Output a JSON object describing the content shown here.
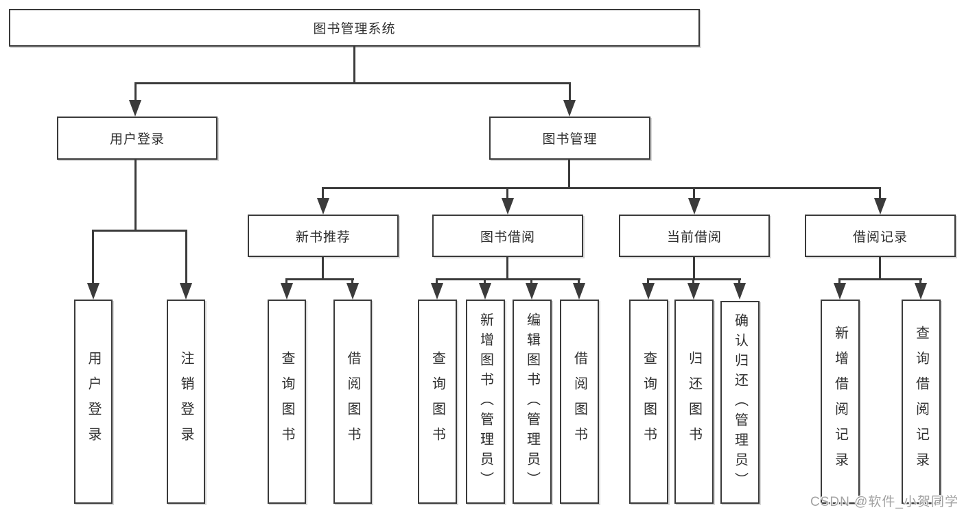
{
  "diagram": {
    "title": "图书管理系统",
    "branches": {
      "user_login": {
        "label": "用户登录",
        "children": {
          "login": "用户登录",
          "logout": "注销登录"
        }
      },
      "book_management": {
        "label": "图书管理",
        "groups": {
          "new_books": {
            "label": "新书推荐",
            "children": {
              "query": "查询图书",
              "borrow": "借阅图书"
            }
          },
          "borrowing": {
            "label": "图书借阅",
            "children": {
              "query": "查询图书",
              "add": "新增图书（管理员）",
              "edit": "编辑图书（管理员）",
              "borrow": "借阅图书"
            }
          },
          "current": {
            "label": "当前借阅",
            "children": {
              "query": "查询图书",
              "return": "归还图书",
              "confirm": "确认归还（管理员）"
            }
          },
          "records": {
            "label": "借阅记录",
            "children": {
              "add": "新增借阅记录",
              "query": "查询借阅记录"
            }
          }
        }
      }
    }
  },
  "watermark": "CSDN @软件_小贺同学",
  "colors": {
    "background": "#ffffff",
    "line": "#3b3b3b",
    "box_border": "#3a3a3a",
    "text": "#2f2f2f",
    "watermark": "#a3a3a3"
  }
}
